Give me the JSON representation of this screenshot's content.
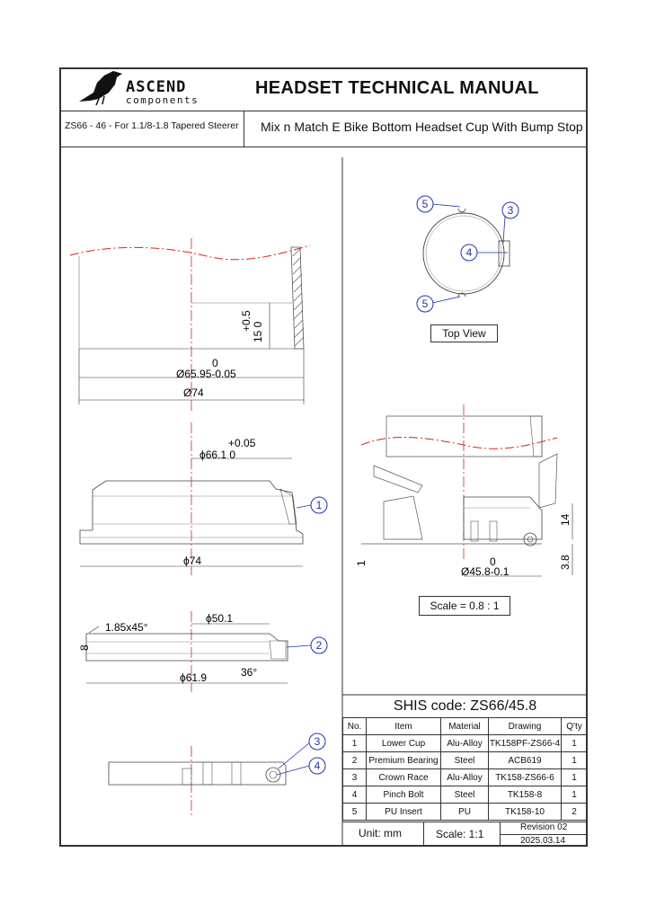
{
  "header": {
    "brand_name": "ASCEND",
    "brand_sub": "components",
    "title": "HEADSET TECHNICAL MANUAL"
  },
  "subheader": {
    "left": "ZS66 - 46 - For 1.1/8-1.8 Tapered Steerer",
    "right": "Mix n Match E Bike Bottom Headset Cup With Bump Stop"
  },
  "drawings": {
    "left_top": {
      "tol_upper": "+0.5",
      "tol_lower": "15 0",
      "dia_tol": "0",
      "dia_inner": "Ø65.95-0.05",
      "dia_outer": "Ø74"
    },
    "cup": {
      "tol": "+0.05",
      "dia_inner": "ϕ66.1 0",
      "dia_outer": "ϕ74",
      "balloon": "1"
    },
    "crown_race": {
      "chamfer": "1.85x45°",
      "height": "8",
      "dia_inner": "ϕ50.1",
      "angle": "36°",
      "dia_outer": "ϕ61.9",
      "balloon": "2"
    },
    "bolt_view": {
      "balloon_a": "3",
      "balloon_b": "4"
    },
    "top_view": {
      "label": "Top View",
      "balloons": [
        "5",
        "3",
        "4",
        "5"
      ]
    },
    "assembly": {
      "dim_height": "14",
      "dim_small": "3.8",
      "dim_one": "1",
      "dia_tol": "0",
      "dia": "Ø45.8-0.1",
      "scale": "Scale = 0.8 : 1"
    }
  },
  "parts_table": {
    "shis_code": "SHIS code:  ZS66/45.8",
    "headers": [
      "No.",
      "Item",
      "Material",
      "Drawing",
      "Q'ty"
    ],
    "rows": [
      [
        "1",
        "Lower Cup",
        "Alu-Alloy",
        "TK158PF-ZS66-4",
        "1"
      ],
      [
        "2",
        "Premium Bearing",
        "Steel",
        "ACB619",
        "1"
      ],
      [
        "3",
        "Crown Race",
        "Alu-Alloy",
        "TK158-ZS66-6",
        "1"
      ],
      [
        "4",
        "Pinch Bolt",
        "Steel",
        "TK158-8",
        "1"
      ],
      [
        "5",
        "PU Insert",
        "PU",
        "TK158-10",
        "2"
      ]
    ],
    "unit": "Unit: mm",
    "scale": "Scale: 1:1",
    "revision": "Revision 02",
    "date": "2025.03.14"
  }
}
